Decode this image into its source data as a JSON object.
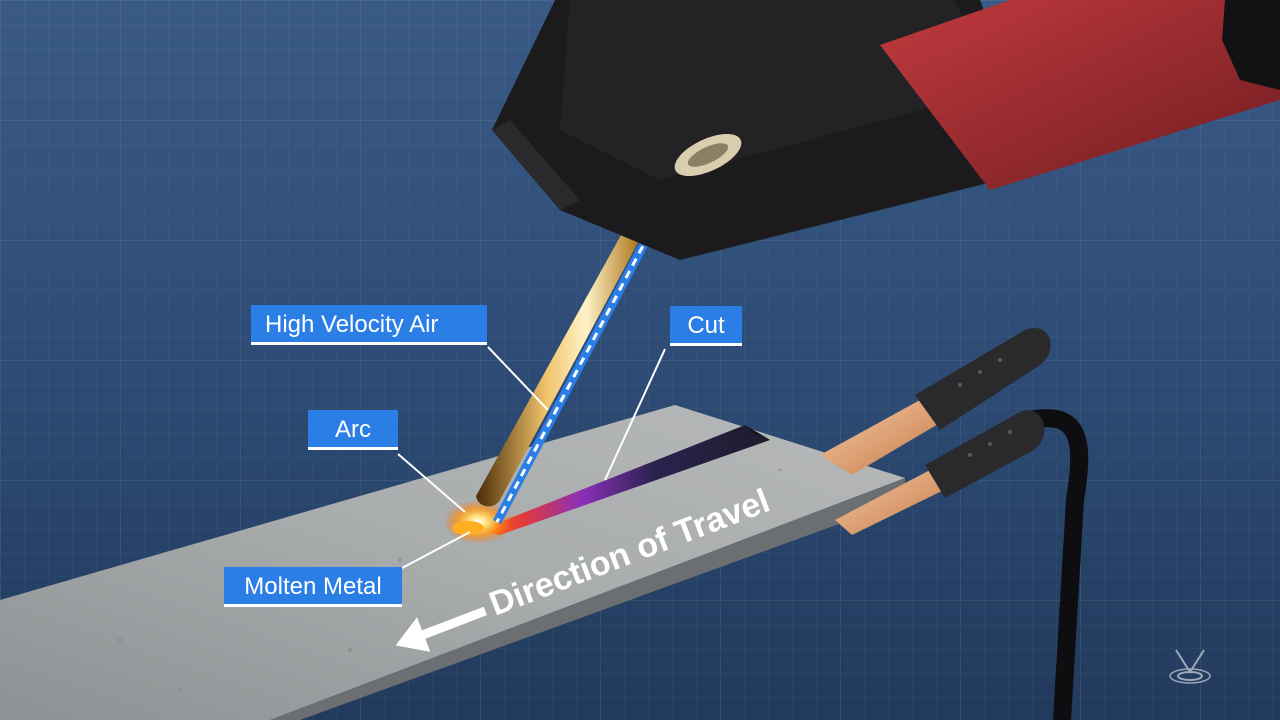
{
  "labels": {
    "high_velocity_air": "High Velocity Air",
    "cut": "Cut",
    "arc": "Arc",
    "molten_metal": "Molten Metal"
  },
  "direction_text": "Direction of Travel",
  "colors": {
    "background": "#2a4468",
    "label_fill": "#2a7ee6",
    "label_text": "#ffffff",
    "torch_body": "#1b1b1d",
    "handle_red": "#9b2b2f",
    "clamp_copper": "#d89a6c",
    "plate": "#9fa2a3"
  },
  "icons": [
    "watermark-logo-icon",
    "direction-arrow-icon"
  ]
}
